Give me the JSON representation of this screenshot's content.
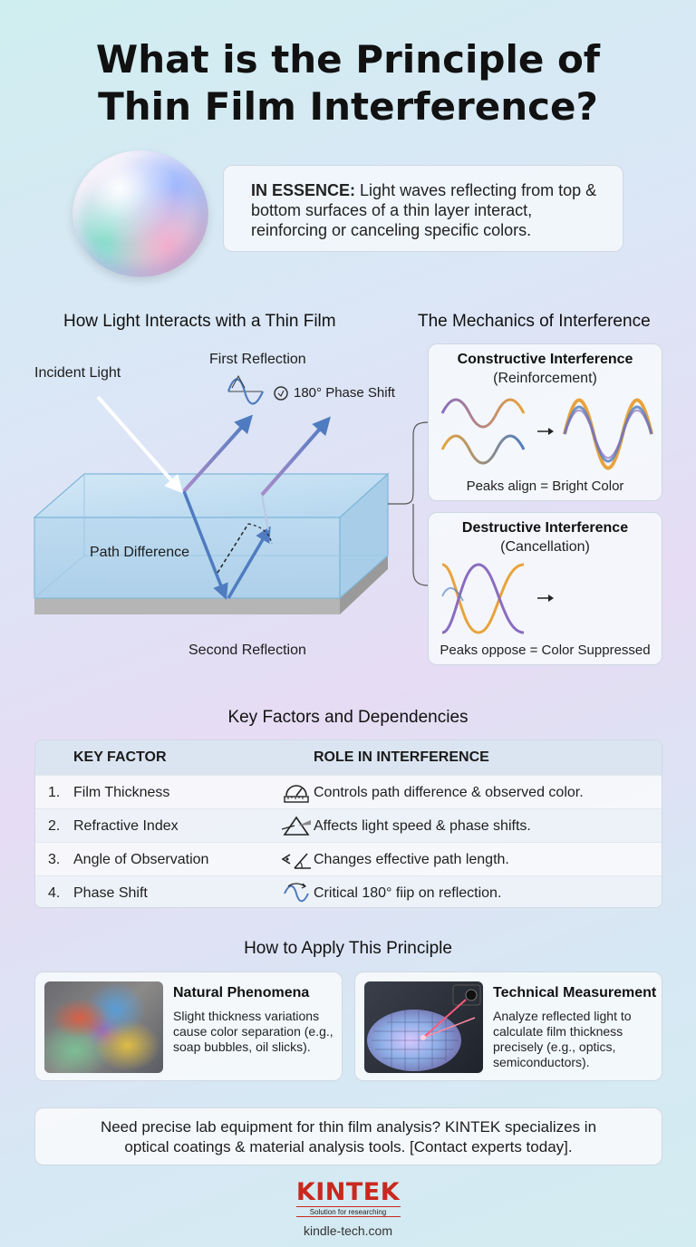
{
  "title_line1": "What is the Principle of",
  "title_line2": "Thin Film Interference?",
  "essence": {
    "label": "IN ESSENCE:",
    "text": " Light waves reflecting from top & bottom surfaces of a thin layer interact, reinforcing or canceling specific colors."
  },
  "diagram": {
    "heading": "How Light Interacts with a Thin Film",
    "incident_light": "Incident Light",
    "first_reflection": "First Reflection",
    "phase_shift": "180° Phase Shift",
    "path_difference": "Path Difference",
    "second_reflection": "Second Reflection"
  },
  "mechanics": {
    "heading": "The Mechanics of Interference",
    "constructive": {
      "title": "Constructive Interference",
      "subtitle": "(Reinforcement)",
      "caption": "Peaks align = Bright Color"
    },
    "destructive": {
      "title": "Destructive Interference",
      "subtitle": "(Cancellation)",
      "caption": "Peaks oppose = Color Suppressed"
    }
  },
  "factors": {
    "heading": "Key Factors and Dependencies",
    "col_factor": "KEY FACTOR",
    "col_role": "ROLE IN INTERFERENCE",
    "rows": [
      {
        "num": "1.",
        "factor": "Film Thickness",
        "icon": "gauge-ruler-icon",
        "role": "Controls path difference & observed color."
      },
      {
        "num": "2.",
        "factor": "Refractive Index",
        "icon": "prism-icon",
        "role": "Affects light speed & phase shifts."
      },
      {
        "num": "3.",
        "factor": "Angle of Observation",
        "icon": "eye-angle-icon",
        "role": "Changes effective path length."
      },
      {
        "num": "4.",
        "factor": "Phase Shift",
        "icon": "wave-flip-icon",
        "role": "Critical 180° fiip on reflection."
      }
    ]
  },
  "apply": {
    "heading": "How to Apply This Principle",
    "natural": {
      "title": "Natural Phenomena",
      "body": "Slight thickness variations cause color separation (e.g., soap bubbles, oil slicks)."
    },
    "technical": {
      "title": "Technical Measurement",
      "body": "Analyze reflected light to calculate film thickness precisely (e.g., optics, semiconductors)."
    }
  },
  "cta": {
    "line1": "Need precise lab equipment for thin film analysis? KINTEK specializes in",
    "line2": "optical coatings & material analysis tools. [Contact experts today]."
  },
  "brand": {
    "name": "KINTEK",
    "tagline": "Solution for researching",
    "site": "kindle-tech.com"
  },
  "colors": {
    "accent_red": "#c8291f",
    "arrow_blue": "#4f7cc0",
    "wave_orange": "#e8a33c",
    "wave_purple": "#8a6cc0",
    "film_blue": "#bcdaf0"
  }
}
